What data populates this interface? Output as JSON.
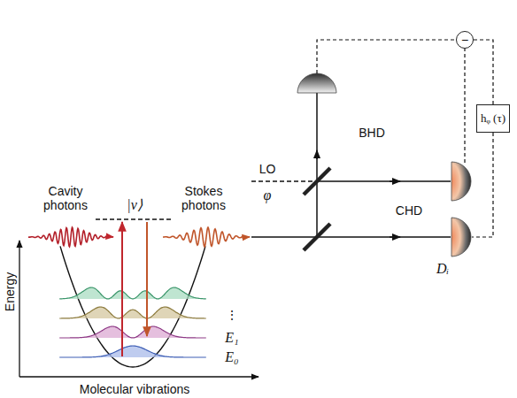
{
  "diagram": {
    "nodes": [
      {
        "text": [
          "−"
        ]
      },
      {
        "text": [
          "hᵩ (τ)"
        ]
      }
    ],
    "edges": [
      {
        "from": 0,
        "to": 1,
        "arrow": "none"
      }
    ],
    "labels": [
      "Cavity photons",
      "|v⟩",
      "Stokes photons",
      "Energy",
      "Molecular vibrations",
      "E₁",
      "E₀",
      "⋮",
      "LO",
      "φ",
      "BHD",
      "CHD",
      "Dᵢ"
    ]
  }
}
